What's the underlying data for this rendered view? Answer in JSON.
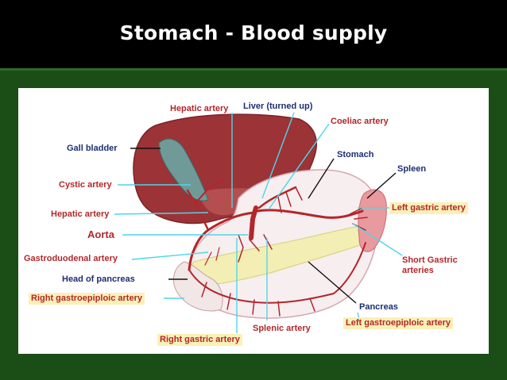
{
  "title": "Stomach - Blood supply",
  "labels": {
    "hepatic_artery_top": "Hepatic artery",
    "liver": "Liver (turned up)",
    "coeliac_artery": "Coeliac artery",
    "gall_bladder": "Gall bladder",
    "stomach": "Stomach",
    "spleen": "Spleen",
    "cystic_artery": "Cystic artery",
    "hepatic_artery_left": "Hepatic artery",
    "left_gastric_artery": "Left gastric artery",
    "aorta": "Aorta",
    "gastroduodenal_artery": "Gastroduodenal artery",
    "short_gastric_arteries_1": "Short Gastric",
    "short_gastric_arteries_2": "arteries",
    "head_of_pancreas": "Head of pancreas",
    "right_gastroepiploic_artery": "Right gastroepiploic artery",
    "pancreas": "Pancreas",
    "splenic_artery": "Splenic artery",
    "left_gastroepiploic_artery": "Left gastroepiploic artery",
    "right_gastric_artery": "Right gastric artery"
  },
  "colors": {
    "title_bg": "#000000",
    "frame_green": "#1b4d17",
    "artery_red": "#b3262a",
    "label_blue": "#1c2e73",
    "highlight_yellow": "#fbf1b6",
    "pointer_cyan": "#4fd6e6"
  }
}
